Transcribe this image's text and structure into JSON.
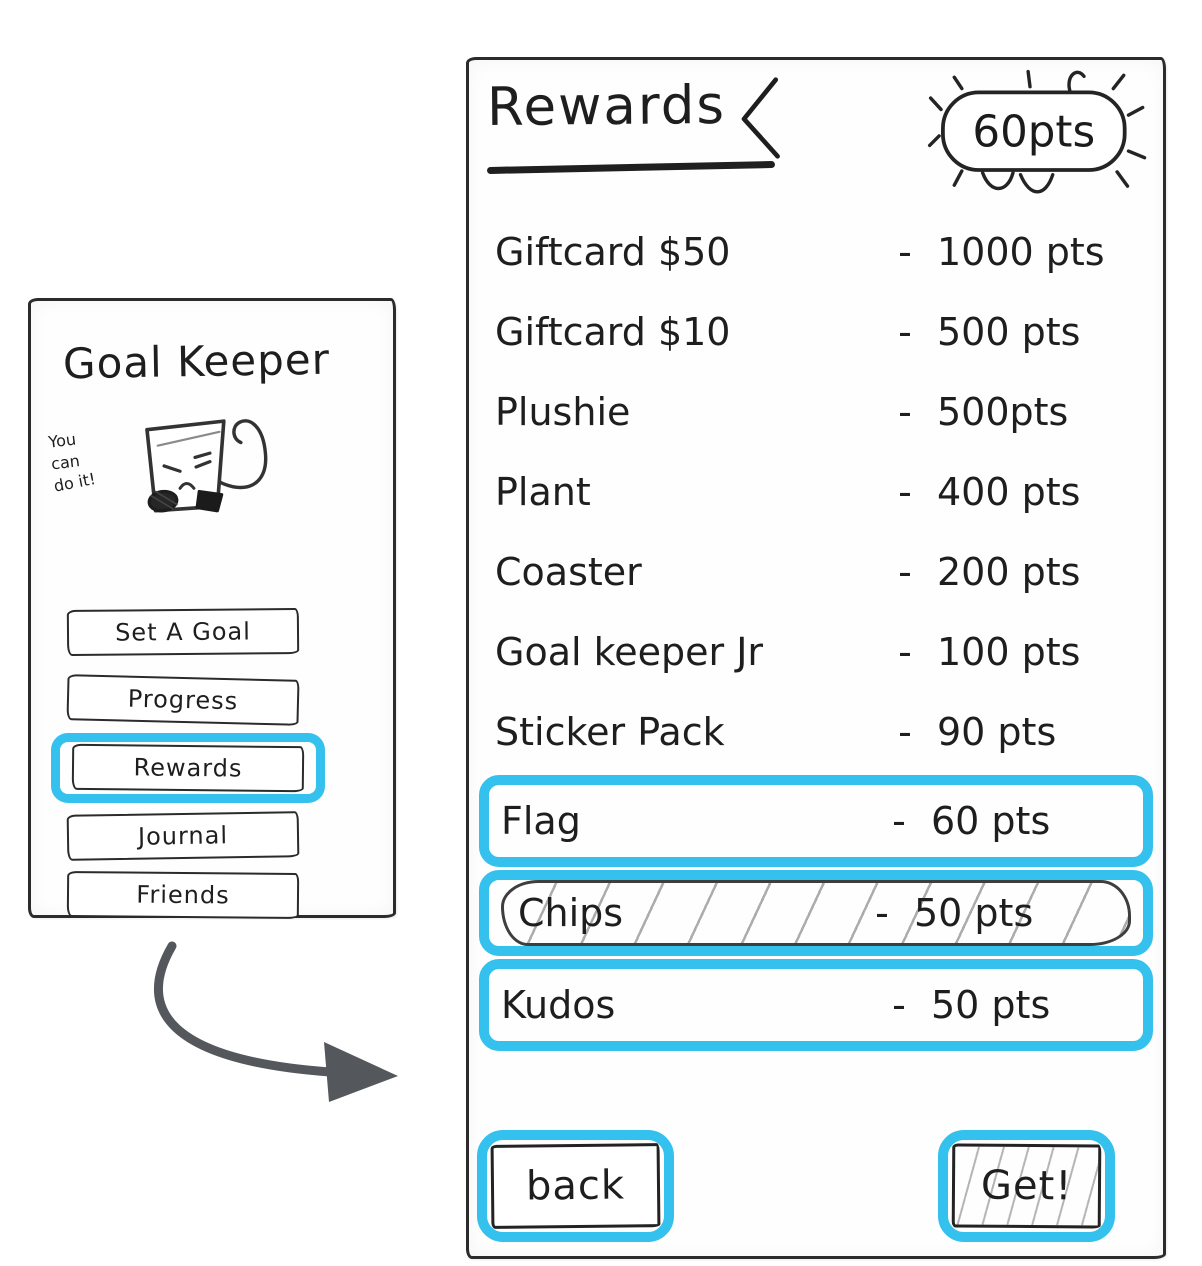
{
  "colors": {
    "hotspot_highlight": "#34c1ee",
    "ink": "#1e1e1e",
    "arrow": "#54575c",
    "paper": "#fefefe"
  },
  "home_screen": {
    "title": "Goal Keeper",
    "mascot_caption": {
      "line1": "You",
      "line2": "can",
      "line3": "do it!"
    },
    "mascot_icon": "flexing-cup-mascot",
    "nav_buttons": [
      {
        "label": "Set A Goal",
        "highlighted": false
      },
      {
        "label": "Progress",
        "highlighted": false
      },
      {
        "label": "Rewards",
        "highlighted": true
      },
      {
        "label": "Journal",
        "highlighted": false
      },
      {
        "label": "Friends",
        "highlighted": false
      }
    ]
  },
  "flow_arrow": {
    "icon": "curved-arrow",
    "direction": "left-panel-to-right-panel"
  },
  "rewards_screen": {
    "title": "Rewards",
    "points_badge": "60pts",
    "items": [
      {
        "name": "Giftcard $50",
        "dash": "-",
        "points": "1000 pts",
        "highlighted": false,
        "selected": false
      },
      {
        "name": "Giftcard $10",
        "dash": "-",
        "points": "500 pts",
        "highlighted": false,
        "selected": false
      },
      {
        "name": "Plushie",
        "dash": "-",
        "points": "500pts",
        "highlighted": false,
        "selected": false
      },
      {
        "name": "Plant",
        "dash": "-",
        "points": "400 pts",
        "highlighted": false,
        "selected": false
      },
      {
        "name": "Coaster",
        "dash": "-",
        "points": "200 pts",
        "highlighted": false,
        "selected": false
      },
      {
        "name": "Goal keeper Jr",
        "dash": "-",
        "points": "100 pts",
        "highlighted": false,
        "selected": false
      },
      {
        "name": "Sticker Pack",
        "dash": "-",
        "points": "90 pts",
        "highlighted": false,
        "selected": false
      },
      {
        "name": "Flag",
        "dash": "-",
        "points": "60 pts",
        "highlighted": true,
        "selected": false
      },
      {
        "name": "Chips",
        "dash": "-",
        "points": "50 pts",
        "highlighted": true,
        "selected": true
      },
      {
        "name": "Kudos",
        "dash": "-",
        "points": "50 pts",
        "highlighted": true,
        "selected": false
      }
    ],
    "back_button": "back",
    "get_button": "Get!"
  }
}
